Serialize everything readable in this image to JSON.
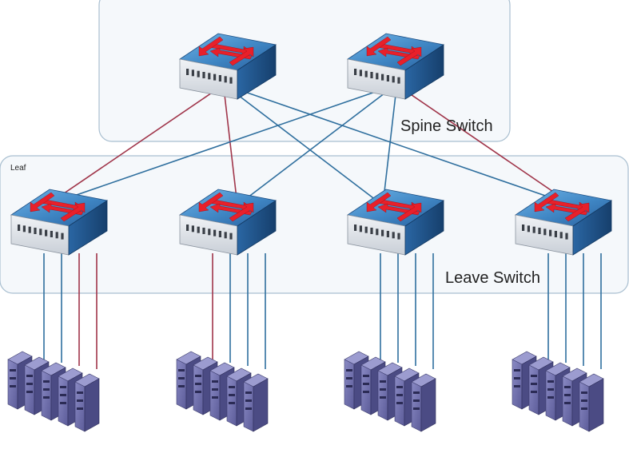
{
  "labels": {
    "spine_label": "Spine Switch",
    "leaf_zone_label": "Leaf",
    "leave_label": "Leave Switch"
  },
  "colors": {
    "zone_border": "#a9bfd0",
    "zone_fill": "#f5f8fb",
    "link_red": "#a0354a",
    "link_blue": "#2f6f9e",
    "switch_top": "#4a90c8",
    "switch_top_dark": "#2f6aa6",
    "switch_front": "#dfe3e8",
    "switch_side": "#1f5387",
    "arrow_red": "#e8202a",
    "server_front": "#6f6fa8",
    "server_side": "#4b4b84",
    "server_top": "#9c9cd0"
  },
  "nodes": {
    "spine_switches": [
      "spine-1",
      "spine-2"
    ],
    "leaf_switches": [
      "leaf-1",
      "leaf-2",
      "leaf-3",
      "leaf-4"
    ],
    "server_groups": [
      "servers-1",
      "servers-2",
      "servers-3",
      "servers-4"
    ]
  },
  "uplinks": [
    {
      "from": "spine-1",
      "to": "leaf-1",
      "color": "red"
    },
    {
      "from": "spine-1",
      "to": "leaf-2",
      "color": "red"
    },
    {
      "from": "spine-1",
      "to": "leaf-3",
      "color": "blue"
    },
    {
      "from": "spine-1",
      "to": "leaf-4",
      "color": "blue"
    },
    {
      "from": "spine-2",
      "to": "leaf-1",
      "color": "blue"
    },
    {
      "from": "spine-2",
      "to": "leaf-2",
      "color": "blue"
    },
    {
      "from": "spine-2",
      "to": "leaf-3",
      "color": "blue"
    },
    {
      "from": "spine-2",
      "to": "leaf-4",
      "color": "red"
    }
  ],
  "downlinks": [
    {
      "leaf": "leaf-1",
      "colors": [
        "blue",
        "blue",
        "red",
        "red"
      ]
    },
    {
      "leaf": "leaf-2",
      "colors": [
        "red",
        "blue",
        "blue",
        "blue"
      ]
    },
    {
      "leaf": "leaf-3",
      "colors": [
        "blue",
        "blue",
        "blue",
        "blue"
      ]
    },
    {
      "leaf": "leaf-4",
      "colors": [
        "blue",
        "blue",
        "blue",
        "blue"
      ]
    }
  ]
}
